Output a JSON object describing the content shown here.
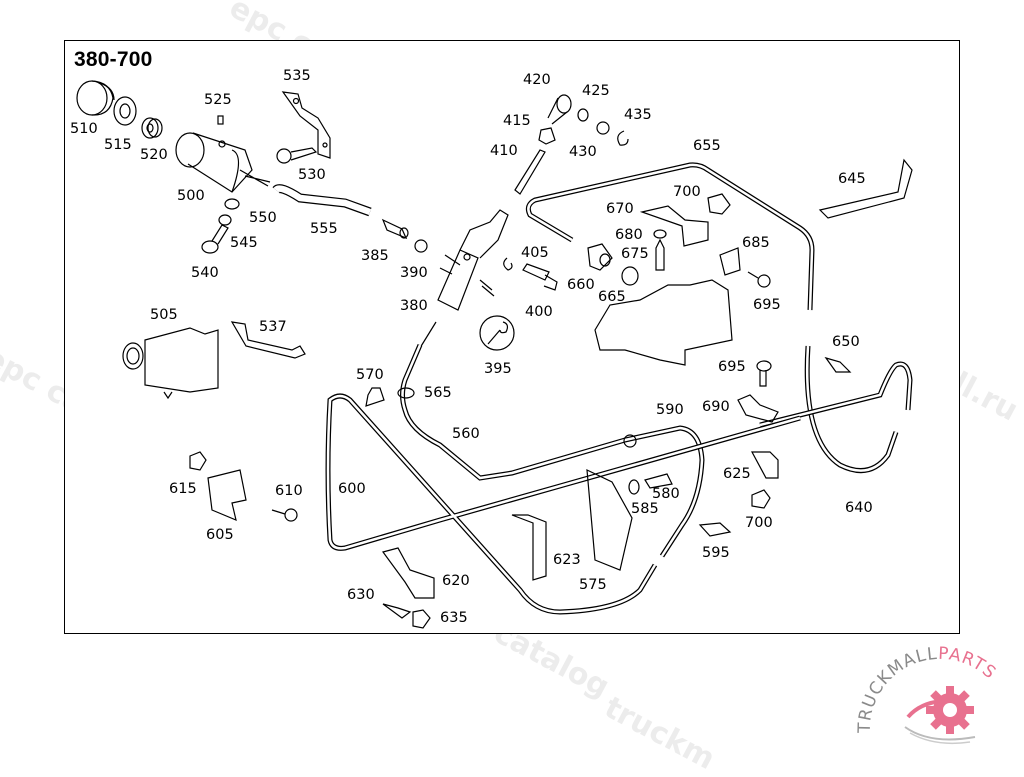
{
  "diagram": {
    "title": "380-700",
    "part_labels": [
      {
        "id": "510",
        "text": "510"
      },
      {
        "id": "515",
        "text": "515"
      },
      {
        "id": "520",
        "text": "520"
      },
      {
        "id": "525",
        "text": "525"
      },
      {
        "id": "500",
        "text": "500"
      },
      {
        "id": "535",
        "text": "535"
      },
      {
        "id": "530",
        "text": "530"
      },
      {
        "id": "550",
        "text": "550"
      },
      {
        "id": "545",
        "text": "545"
      },
      {
        "id": "540",
        "text": "540"
      },
      {
        "id": "555",
        "text": "555"
      },
      {
        "id": "385",
        "text": "385"
      },
      {
        "id": "390",
        "text": "390"
      },
      {
        "id": "380",
        "text": "380"
      },
      {
        "id": "395",
        "text": "395"
      },
      {
        "id": "400",
        "text": "400"
      },
      {
        "id": "405",
        "text": "405"
      },
      {
        "id": "410",
        "text": "410"
      },
      {
        "id": "415",
        "text": "415"
      },
      {
        "id": "420",
        "text": "420"
      },
      {
        "id": "425",
        "text": "425"
      },
      {
        "id": "430",
        "text": "430"
      },
      {
        "id": "435",
        "text": "435"
      },
      {
        "id": "655",
        "text": "655"
      },
      {
        "id": "645",
        "text": "645"
      },
      {
        "id": "700a",
        "text": "700"
      },
      {
        "id": "670",
        "text": "670"
      },
      {
        "id": "680",
        "text": "680"
      },
      {
        "id": "675",
        "text": "675"
      },
      {
        "id": "660",
        "text": "660"
      },
      {
        "id": "665",
        "text": "665"
      },
      {
        "id": "685",
        "text": "685"
      },
      {
        "id": "695a",
        "text": "695"
      },
      {
        "id": "650",
        "text": "650"
      },
      {
        "id": "695b",
        "text": "695"
      },
      {
        "id": "690",
        "text": "690"
      },
      {
        "id": "505",
        "text": "505"
      },
      {
        "id": "537",
        "text": "537"
      },
      {
        "id": "570",
        "text": "570"
      },
      {
        "id": "565",
        "text": "565"
      },
      {
        "id": "560",
        "text": "560"
      },
      {
        "id": "590",
        "text": "590"
      },
      {
        "id": "615",
        "text": "615"
      },
      {
        "id": "610",
        "text": "610"
      },
      {
        "id": "605",
        "text": "605"
      },
      {
        "id": "600",
        "text": "600"
      },
      {
        "id": "580",
        "text": "580"
      },
      {
        "id": "585",
        "text": "585"
      },
      {
        "id": "625",
        "text": "625"
      },
      {
        "id": "700b",
        "text": "700"
      },
      {
        "id": "640",
        "text": "640"
      },
      {
        "id": "595",
        "text": "595"
      },
      {
        "id": "623",
        "text": "623"
      },
      {
        "id": "575",
        "text": "575"
      },
      {
        "id": "620",
        "text": "620"
      },
      {
        "id": "630",
        "text": "630"
      },
      {
        "id": "635",
        "text": "635"
      }
    ]
  },
  "watermarks": [
    "epc catalog",
    "truckmall.ru epc catalog",
    "truckmall.ru",
    "epc catalog",
    "truckmall.ru epc catalog",
    "truckmall.ru e",
    "truckm"
  ],
  "logo": {
    "text_gray": "TRUCKMALL",
    "text_pink": "PARTS",
    "gray_color": "#8a8a8a",
    "pink_color": "#e8718f"
  }
}
